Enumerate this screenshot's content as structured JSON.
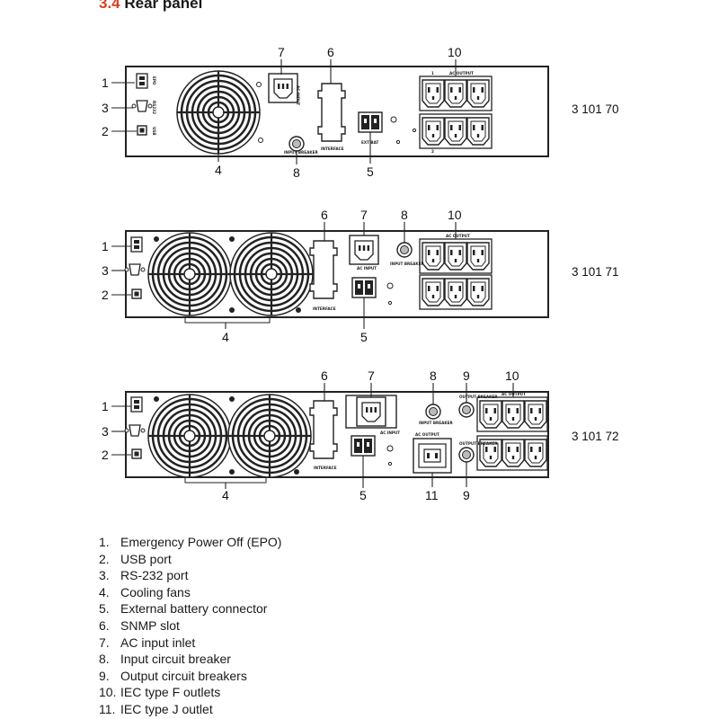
{
  "heading": {
    "number": "3.4",
    "title": "Rear panel"
  },
  "panels": [
    {
      "model": "3 101 70",
      "callouts": [
        "1",
        "3",
        "2",
        "4",
        "7",
        "8",
        "6",
        "5",
        "10"
      ],
      "labels": [
        "AC INPUT",
        "INPUT BREAKER",
        "INTERFACE",
        "EXT BAT",
        "AC OUTPUT",
        "EPO",
        "RS232",
        "USB",
        "1",
        "2"
      ]
    },
    {
      "model": "3 101 71",
      "callouts": [
        "1",
        "3",
        "2",
        "4",
        "6",
        "7",
        "8",
        "10",
        "5"
      ],
      "labels": [
        "AC INPUT",
        "INPUT BREAKER",
        "INTERFACE",
        "AC OUTPUT"
      ]
    },
    {
      "model": "3 101 72",
      "callouts": [
        "1",
        "3",
        "2",
        "4",
        "6",
        "7",
        "8",
        "9",
        "10",
        "5",
        "11",
        "9"
      ],
      "labels": [
        "AC INPUT",
        "INPUT BREAKER",
        "INTERFACE",
        "AC OUTPUT",
        "OUTPUT BREAKER",
        "OUTPUT BREAKER",
        "AC OUTPUT"
      ]
    }
  ],
  "legend": [
    {
      "n": "1.",
      "text": "Emergency Power Off (EPO)"
    },
    {
      "n": "2.",
      "text": "USB port"
    },
    {
      "n": "3.",
      "text": "RS-232 port"
    },
    {
      "n": "4.",
      "text": "Cooling fans"
    },
    {
      "n": "5.",
      "text": "External battery connector"
    },
    {
      "n": "6.",
      "text": "SNMP slot"
    },
    {
      "n": "7.",
      "text": "AC input inlet"
    },
    {
      "n": "8.",
      "text": "Input circuit breaker"
    },
    {
      "n": "9.",
      "text": "Output circuit breakers"
    },
    {
      "n": "10.",
      "text": "IEC type F outlets"
    },
    {
      "n": "11.",
      "text": "IEC type J outlet"
    }
  ]
}
